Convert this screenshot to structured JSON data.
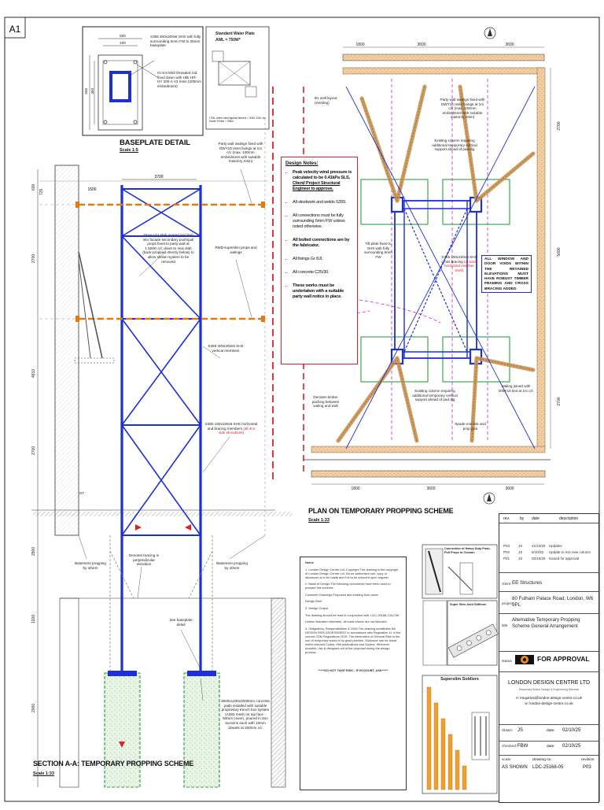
{
  "sheet_size": "A1",
  "baseplate": {
    "title": "BASEPLATE DETAIL",
    "scale": "Scale 1:5",
    "dim_outer": "500",
    "dim_inner": "400",
    "dim_vert_outer": "500",
    "dim_vert_inner": "400",
    "note_shs": "S355 300x200x6 SHS with fully surrounding 6mm FW to 25mm baseplate",
    "note_bolts": "Gr 8.8 M20 threaded rod fixed down with Hilti HIT-HY 200-A V3 resin (200mm embedment)"
  },
  "waler": {
    "title": "Standard Waler Plate",
    "subtitle": "AWL = 750W*",
    "note": "* EAL refers used against timbers = 9/40L 100L len Grade Timber = 90km"
  },
  "section": {
    "title": "SECTION A-A: TEMPORARY PROPPING SCHEME",
    "scale": "Scale 1:33",
    "dims_left": [
      "600",
      "725",
      "2700",
      "4810",
      "2700",
      "2900",
      "1200",
      "2000"
    ],
    "dim_top_right": "1500",
    "dim_top_mid": "3700",
    "gl": "GT",
    "note_slab": "Once L01 slab poured and tied into facade secondary push/pull props fixed to party wall at 1.500m c/c down to new slab (back-propped directly below) to allow shown system to be removed",
    "note_walings": "Party wall walings fixed with DWY16 resin fixings at 1m c/c (max. 100mm embedment with suitable masonry resin)",
    "note_rmd": "RMD superslim props and walings",
    "note_vertical": "S355 300x200x6 SHS vertical members",
    "note_bracing_a": "S355 150x150x6 SHS horizontal and bracing members",
    "note_bracing_b": "(all 4no side elevations)",
    "note_basement_l": "Basement propping by others",
    "note_basement_r": "Basement propping by others",
    "note_perp": "Denotes bracing in perpendicular elevation",
    "note_seebase": "See baseplate detail",
    "note_pads": "3000x1200x2000mm concrete pads installed with suitable proprietary trench box system (A393 mesh on top face - 50mm cover), poured in 3no sections each with 10mm dowels at 200mm c/c"
  },
  "design_notes": {
    "heading": "Design Notes:",
    "n1a": "Peak velocity wind pressure is calculated to be 0.41kPa SLS,",
    "n1b": "Client/ Project Structural Engineer to approve.",
    "n2": "All steelwork and welds S355.",
    "n3": "All connections must be fully surrounding 6mm FW unless noted otherwise.",
    "n4": "All bolted connections are by the fabricator.",
    "n5": "All fixings Gr 8.8.",
    "n6": "All concrete C25/30.",
    "n7": "These works must be undertaken with a suitable party wall notice in place."
  },
  "plan": {
    "title": "PLAN ON TEMPORARY PROPPING SCHEME",
    "scale": "Scale 1:33",
    "dims_top": [
      "1800",
      "3600",
      "3600"
    ],
    "dims_bottom": [
      "1800",
      "3600",
      "3600"
    ],
    "dims_right": [
      "2700",
      "5600",
      "2700"
    ],
    "note_b1": "B1 wall layout (existing)",
    "note_party": "Party wall walings fixed with DWY16 resin fixings at 1m c/c (max. 100mm embedment with suitable masonry resin)",
    "note_col_top": "Existing column requiring additional temporary vertical support ahead of pad dig",
    "note_tilt": "Tilt plate fixed to SHS with fully surrounding 6mm FW",
    "note_shs": "S355 150x150x6 SHS cross bracing",
    "note_shs_b": "(at each horizontal member level)",
    "note_packing": "Denotes timber packing between waling and wall",
    "note_col_bot": "Existing column requiring additional temporary vertical support ahead of pad dig",
    "note_spade": "Spade end link and prop jack",
    "note_waling": "Waling joined with DWY16 ties at 1m c/c",
    "window_note": "ALL WINDOW AND DOOR VOIDS WITHIN THE RETAINED ELEVATIONS MUST HAVE ROBUST TIMBER FRAMING AND CROSS BRACING ADDED"
  },
  "notes_panel": {
    "heading": "Notes",
    "p1": "1. London Design Centre Ltd. Copyright The drawing is the copyright of London Design Centre Ltd. No un-authorised use, copy or disclosure is to be made and it is to be returned upon request.",
    "p2": "2. Basis of Design The following documents have been used to prepare this scheme:-",
    "p3": "Customer Drawings Proposed and existing floor plans",
    "p4": "Design Brief",
    "p5": "3. Design Output",
    "p6": "The drawing should be read in conjunction with: LDC-25168-CALC06",
    "p7": "Unless indicated otherwise, all loads shown are not factored.",
    "p8": "4. Obligations, Responsibilities & CDM The drawing constitutes the DESIGN RISK ASSESSMENT in accordance with Regulation 11 of the current CDM Regulations 2015. The elimination of General Risk in the use of temporary works is by good practice. Guidance can be found within relevant Codes, Hilti publications and Guides. Wherever possible, risk is designed out of the proposal during the design process.",
    "warning": "*****DO NOT TAKE RISK - IF IN DOUBT, ASK*****"
  },
  "product_cards": {
    "card1_title": "Connection of Heavy Duty Push-Pull Props to Column",
    "card2_title": "Super Slim Joint Stiffener",
    "card3_title": "Superslim Soldiers"
  },
  "title_block": {
    "rev_headers": [
      "rev.",
      "by",
      "date",
      "description"
    ],
    "revisions": [
      {
        "rev": "P03",
        "by": "JS",
        "date": "21/10/25",
        "desc": "Updates"
      },
      {
        "rev": "P02",
        "by": "JS",
        "date": "6/10/25",
        "desc": "Update to mis new column"
      },
      {
        "rev": "P01",
        "by": "JS",
        "date": "02/10/25",
        "desc": "Issued for approval"
      }
    ],
    "client_label": "client",
    "client": "EE Structures",
    "project_label": "project",
    "project": "80 Fulham Palace Road, London, W6 9PL",
    "title_label": "title",
    "title": "Alternative Temporary Propping Scheme General Arrangement",
    "status_label": "status",
    "status": "FOR APPROVAL",
    "company": "LONDON DESIGN CENTRE LTD",
    "company_sub": "Temporary Works Design & Engineering Services",
    "email": "e: enquiries@london-design-centre.co.uk",
    "web": "w: london-design-centre.co.uk",
    "drawn_label": "drawn:",
    "drawn": "JS",
    "drawn_date_label": "date:",
    "drawn_date": "02/10/25",
    "checked_label": "checked:",
    "checked": "FBW",
    "checked_date_label": "date:",
    "checked_date": "02/10/25",
    "scale_label": "scale:",
    "scale": "AS SHOWN",
    "drawing_no_label": "drawing no.",
    "drawing_no": "LDC-25168-05",
    "revision_label": "revision",
    "revision": "P03",
    "colors": {
      "accent_red": "#d9232a",
      "orange_logo": "#f08a1d",
      "steel_blue": "#1d2fd6",
      "propping_orange": "#e07b13",
      "plan_green": "#2f9e3e",
      "walls_tan": "#e9b981"
    }
  }
}
